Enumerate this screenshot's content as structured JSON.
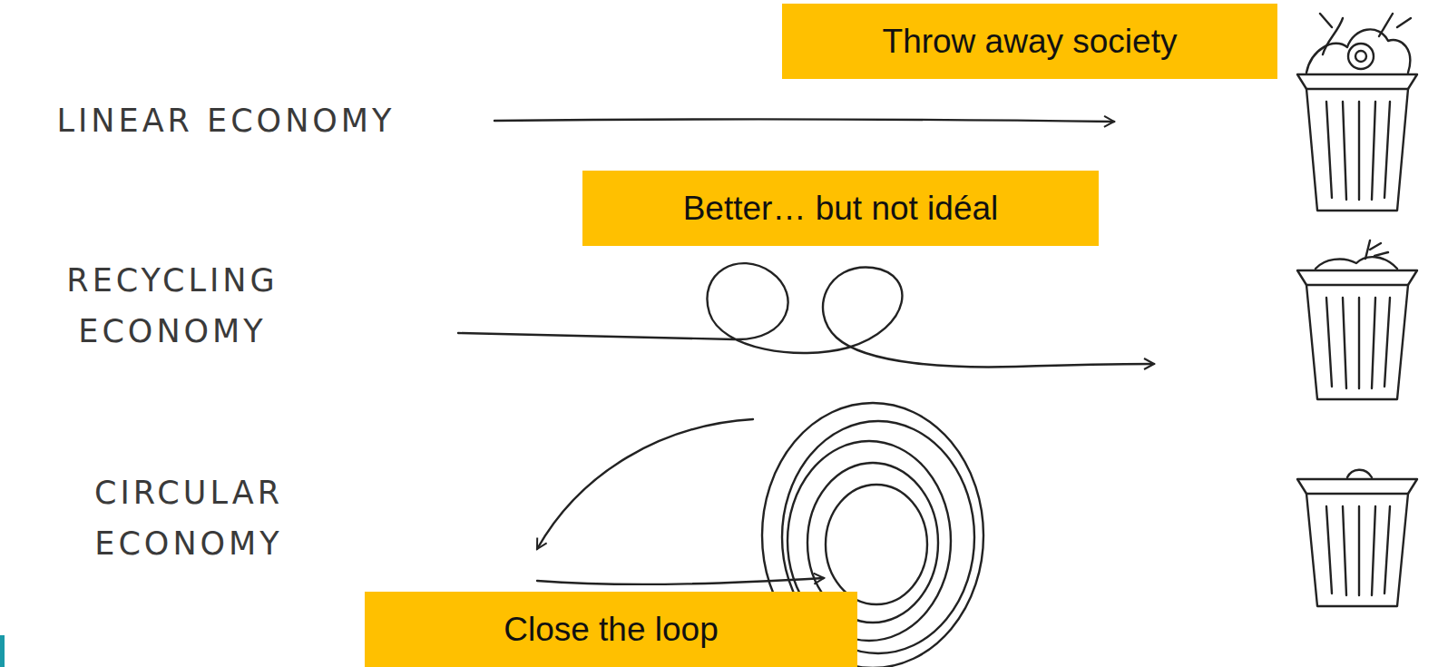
{
  "diagram": {
    "nodes": [
      {
        "text": [
          "Throw away society"
        ]
      },
      {
        "text": [
          "Better… but not idéal"
        ]
      },
      {
        "text": [
          "Close the loop"
        ]
      }
    ],
    "labels": [
      "LINEAR ECONOMY",
      "RECYCLING ECONOMY",
      "CIRCULAR ECONOMY"
    ]
  }
}
